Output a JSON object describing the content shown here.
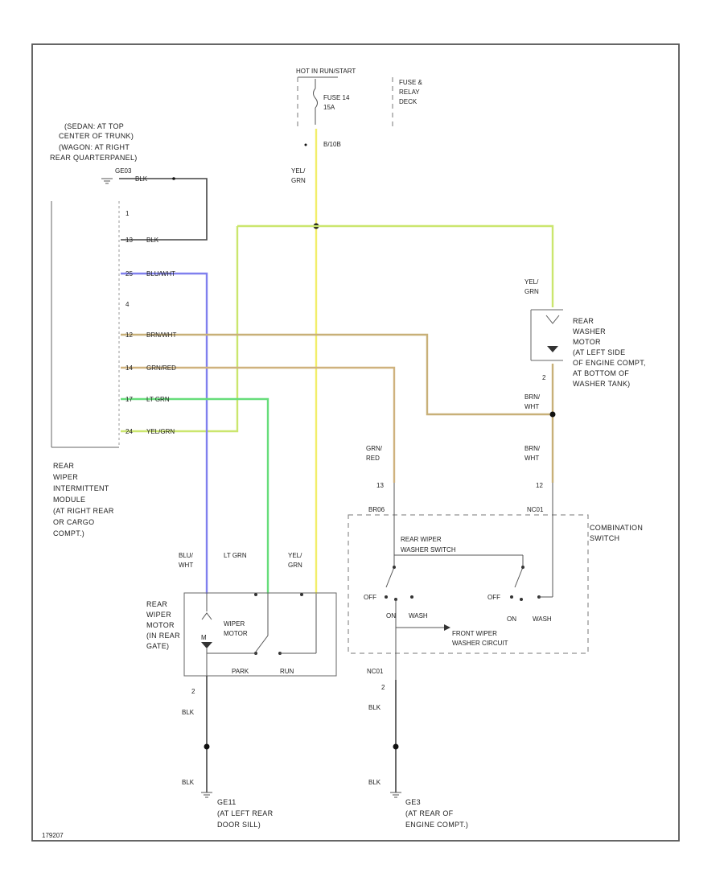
{
  "source_label": "HOT IN RUN/START",
  "fuse": {
    "name": "FUSE 14",
    "rating": "15A",
    "terminal": "B/10B",
    "box_label": [
      "FUSE &",
      "RELAY",
      "DECK"
    ]
  },
  "yel_grn": [
    "YEL/",
    "GRN"
  ],
  "ground_note": [
    "(SEDAN: AT TOP",
    "CENTER OF TRUNK)",
    "(WAGON: AT RIGHT",
    "REAR QUARTERPANEL)"
  ],
  "ground_ref": "GE03",
  "blk": "BLK",
  "module": {
    "label": [
      "REAR",
      "WIPER",
      "INTERMITTENT",
      "MODULE",
      "(AT RIGHT REAR",
      "OR CARGO",
      "COMPT.)"
    ],
    "pins": [
      {
        "pin": "1",
        "wire": ""
      },
      {
        "pin": "13",
        "wire": "BLK"
      },
      {
        "pin": "25",
        "wire": "BLU/WHT"
      },
      {
        "pin": "4",
        "wire": ""
      },
      {
        "pin": "12",
        "wire": "BRN/WHT"
      },
      {
        "pin": "14",
        "wire": "GRN/RED"
      },
      {
        "pin": "17",
        "wire": "LT GRN"
      },
      {
        "pin": "24",
        "wire": "YEL/GRN"
      }
    ]
  },
  "washer_motor": {
    "wire_top": [
      "YEL/",
      "GRN"
    ],
    "label": [
      "REAR",
      "WASHER",
      "MOTOR",
      "(AT LEFT SIDE",
      "OF ENGINE COMPT,",
      "AT BOTTOM OF",
      "WASHER TANK)"
    ],
    "pin": "2",
    "wire_bottom": [
      "BRN/",
      "WHT"
    ]
  },
  "switch_wires": {
    "left": [
      "GRN/",
      "RED"
    ],
    "right": [
      "BRN/",
      "WHT"
    ],
    "left_pin": "13",
    "right_pin": "12",
    "left_code": "BR06",
    "right_code": "NC01"
  },
  "combination_switch": {
    "label": [
      "COMBINATION",
      "SWITCH"
    ],
    "switch_name": [
      "REAR WIPER",
      "WASHER SWITCH"
    ],
    "left": {
      "off": "OFF",
      "on": "ON",
      "wash": "WASH"
    },
    "right": {
      "off": "OFF",
      "on": "ON",
      "wash": "WASH"
    },
    "front_circuit": [
      "FRONT WIPER",
      "WASHER CIRCUIT"
    ],
    "bottom_code": "NC01",
    "bottom_pin": "2"
  },
  "wiper_motor": {
    "top_wires": [
      [
        "BLU/",
        "WHT"
      ],
      [
        "LT GRN"
      ],
      [
        "YEL/",
        "GRN"
      ]
    ],
    "label": [
      "REAR",
      "WIPER",
      "MOTOR",
      "(IN REAR",
      "GATE)"
    ],
    "inner": [
      "WIPER",
      "MOTOR"
    ],
    "park": "PARK",
    "run": "RUN",
    "pin_m": "M",
    "bottom_pin": "2"
  },
  "grounds": [
    {
      "wire": "BLK",
      "name": "GE11",
      "loc": [
        "(AT LEFT REAR",
        "DOOR SILL)"
      ]
    },
    {
      "wire": "BLK",
      "name": "GE3",
      "loc": [
        "(AT REAR OF",
        "ENGINE COMPT.)"
      ]
    }
  ],
  "corner_code": "179207",
  "colors": {
    "yel_grn": "#f2ee6a",
    "grn_yel": "#cbe66e",
    "blu_wht": "#8080ee",
    "brn_wht": "#c8b078",
    "grn_red": "#cfb27e",
    "lt_grn": "#66dd7a",
    "blk": "#444444"
  }
}
